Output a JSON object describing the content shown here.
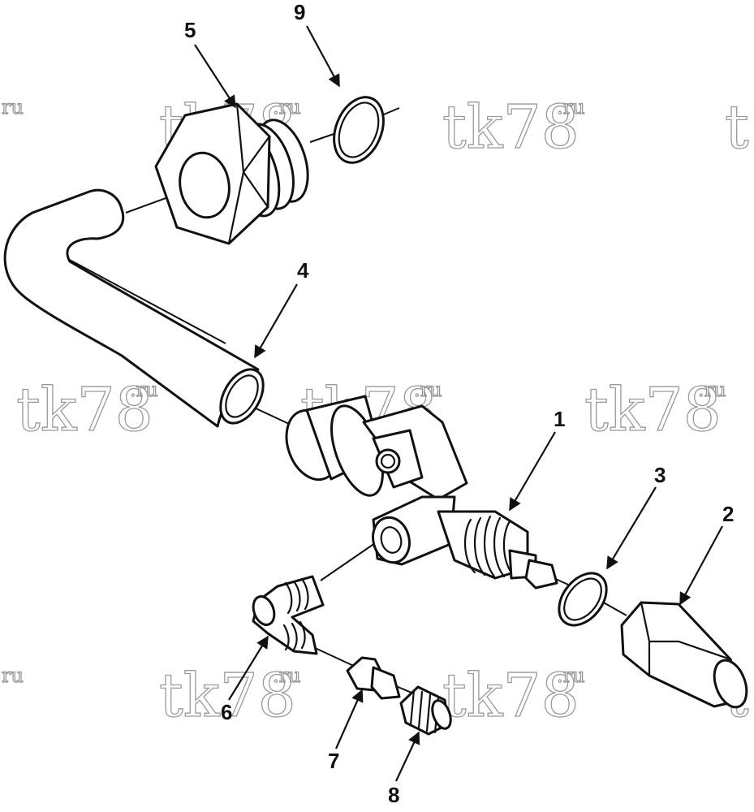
{
  "watermark": {
    "main": "tk78",
    "suffix": ".ru",
    "partial_left": "ru",
    "partial_right": "t"
  },
  "callouts": [
    {
      "id": "1",
      "label": "1"
    },
    {
      "id": "2",
      "label": "2"
    },
    {
      "id": "3",
      "label": "3"
    },
    {
      "id": "4",
      "label": "4"
    },
    {
      "id": "5",
      "label": "5"
    },
    {
      "id": "6",
      "label": "6"
    },
    {
      "id": "7",
      "label": "7"
    },
    {
      "id": "8",
      "label": "8"
    },
    {
      "id": "9",
      "label": "9"
    }
  ],
  "colors": {
    "line": "#111111",
    "watermark_stroke": "#9a9a9a",
    "background": "#ffffff"
  }
}
